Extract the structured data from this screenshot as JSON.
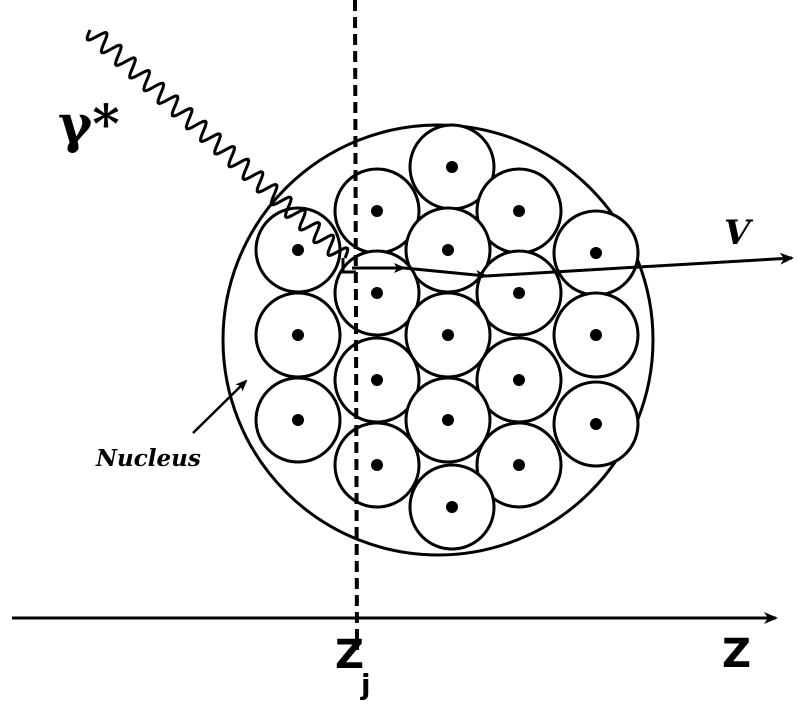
{
  "labels": {
    "photon": "γ*",
    "vector_meson": "V",
    "nucleus": "Nucleus",
    "axis": "Z",
    "position": "Z",
    "position_subscript": "j"
  },
  "colors": {
    "ink": "#000000",
    "background": "#ffffff"
  },
  "nucleons": {
    "count": 19,
    "arrangement": "hexagonal cluster of nucleons inside nucleus",
    "struck_nucleon_marked": true
  }
}
